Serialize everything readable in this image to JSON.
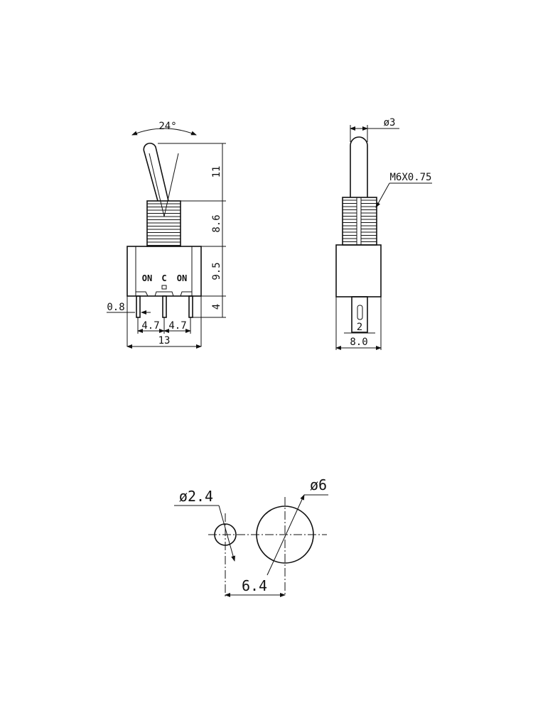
{
  "front_view": {
    "angle": "24°",
    "heights": [
      "11",
      "8.6",
      "9.5",
      "4"
    ],
    "pin_width": "0.8",
    "pin_pitch_left": "4.7",
    "pin_pitch_right": "4.7",
    "width": "13",
    "positions": [
      "ON",
      "C",
      "ON"
    ]
  },
  "side_view": {
    "lever_diameter": "ø3",
    "thread": "M6X0.75",
    "pin_width": "2",
    "depth": "8.0"
  },
  "panel_cutout": {
    "small_hole": "ø2.4",
    "main_hole": "ø6",
    "spacing": "6.4"
  }
}
